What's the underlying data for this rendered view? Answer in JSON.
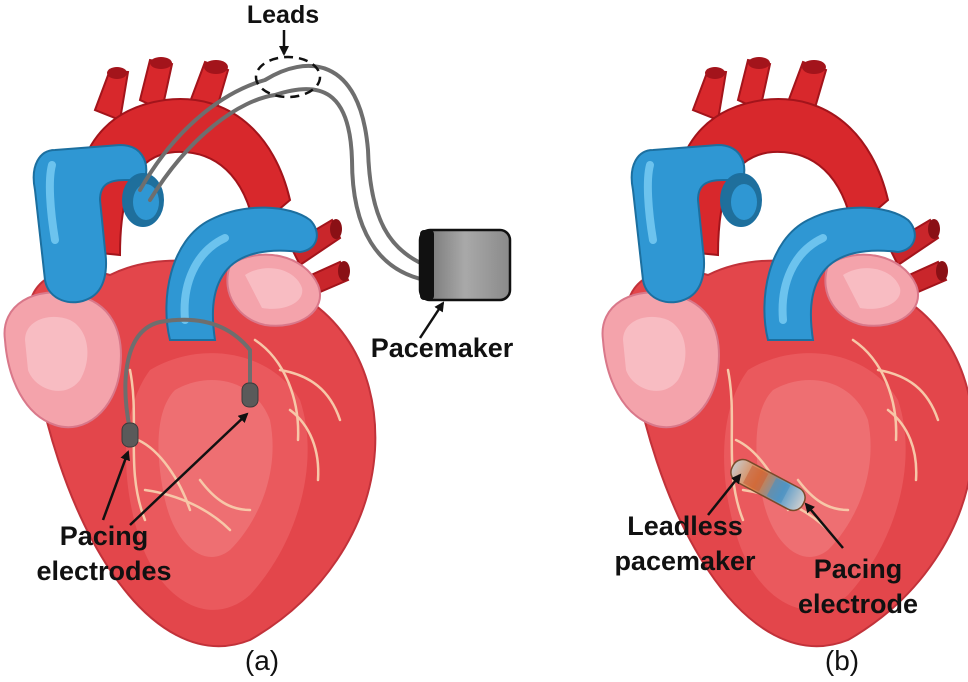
{
  "panel_a": {
    "leads_label": "Leads",
    "pacemaker_label": "Pacemaker",
    "electrodes_label_line1": "Pacing",
    "electrodes_label_line2": "electrodes",
    "caption": "(a)"
  },
  "panel_b": {
    "leadless_label_line1": "Leadless",
    "leadless_label_line2": "pacemaker",
    "electrode_label_line1": "Pacing",
    "electrode_label_line2": "electrode",
    "caption": "(b)"
  },
  "colors": {
    "artery": "#d8282c",
    "artery_dark": "#a3141b",
    "vein": "#2f97d3",
    "vein_light": "#6cc3ee",
    "heart_body": "#e3464b",
    "heart_light": "#f2777a",
    "atrium_pink": "#f4a3ab",
    "lead_wire": "#6e6e6e",
    "device_gray": "#8a8a8a"
  }
}
